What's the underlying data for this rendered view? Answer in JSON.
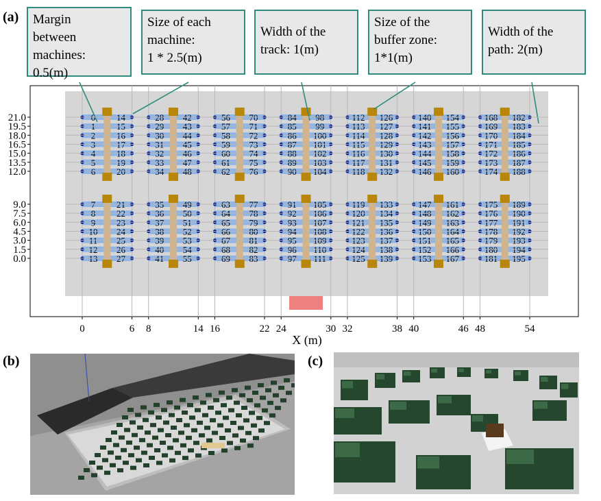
{
  "panels": {
    "a": "(a)",
    "b": "(b)",
    "c": "(c)"
  },
  "callouts": [
    {
      "lines": [
        "Margin",
        "between",
        "machines:",
        "0.5(m)"
      ]
    },
    {
      "lines": [
        "Size of each",
        "machine:",
        "1 * 2.5(m)"
      ]
    },
    {
      "lines": [
        "Width of the",
        "track: 1(m)"
      ]
    },
    {
      "lines": [
        "Size of the",
        "buffer zone:",
        "1*1(m)"
      ]
    },
    {
      "lines": [
        "Width of the",
        "path: 2(m)"
      ]
    }
  ],
  "axis": {
    "xlabel": "X (m)",
    "xticks": [
      "0",
      "6",
      "8",
      "14",
      "16",
      "22",
      "24",
      "30",
      "32",
      "38",
      "40",
      "46",
      "48",
      "54"
    ],
    "yticks": [
      "21.0",
      "19.5",
      "18.0",
      "16.5",
      "15.0",
      "13.5",
      "12.0",
      "9.0",
      "7.5",
      "6.0",
      "4.5",
      "3.0",
      "1.5",
      "0.0"
    ]
  },
  "columns": [
    {
      "left": [
        0,
        1,
        2,
        3,
        4,
        5,
        6,
        7,
        8,
        9,
        10,
        11,
        12,
        13
      ],
      "right": [
        14,
        15,
        16,
        17,
        18,
        19,
        20,
        21,
        22,
        23,
        24,
        25,
        26,
        27
      ]
    },
    {
      "left": [
        28,
        29,
        30,
        31,
        32,
        33,
        34,
        35,
        36,
        37,
        38,
        39,
        40,
        41
      ],
      "right": [
        42,
        43,
        44,
        45,
        46,
        47,
        48,
        49,
        50,
        51,
        52,
        53,
        54,
        55
      ]
    },
    {
      "left": [
        56,
        57,
        58,
        59,
        60,
        61,
        62,
        63,
        64,
        65,
        66,
        67,
        68,
        69
      ],
      "right": [
        70,
        71,
        72,
        73,
        74,
        75,
        76,
        77,
        78,
        79,
        80,
        81,
        82,
        83
      ]
    },
    {
      "left": [
        84,
        85,
        86,
        87,
        88,
        89,
        90,
        91,
        92,
        93,
        94,
        95,
        96,
        97
      ],
      "right": [
        98,
        99,
        100,
        101,
        102,
        103,
        104,
        105,
        106,
        107,
        108,
        109,
        110,
        111
      ]
    },
    {
      "left": [
        112,
        113,
        114,
        115,
        116,
        117,
        118,
        119,
        120,
        121,
        122,
        123,
        124,
        125
      ],
      "right": [
        126,
        127,
        128,
        129,
        130,
        131,
        132,
        133,
        134,
        135,
        136,
        137,
        138,
        139
      ]
    },
    {
      "left": [
        140,
        141,
        142,
        143,
        144,
        145,
        146,
        147,
        148,
        149,
        150,
        151,
        152,
        153
      ],
      "right": [
        154,
        155,
        156,
        157,
        158,
        159,
        160,
        161,
        162,
        163,
        164,
        165,
        166,
        167
      ]
    },
    {
      "left": [
        168,
        169,
        170,
        171,
        172,
        173,
        174,
        175,
        176,
        177,
        178,
        179,
        180,
        181
      ],
      "right": [
        182,
        183,
        184,
        185,
        186,
        187,
        188,
        189,
        190,
        191,
        192,
        193,
        194,
        195
      ]
    }
  ],
  "colors": {
    "callout_border": "#2e8b7e",
    "floor": "#d6d6d6",
    "machine_stripe": "#8fb4e6",
    "track": "#d2b48c",
    "buffer_zone": "#b8860b",
    "node_dot": "#0b1f8a",
    "charging_area": "#f08080"
  }
}
